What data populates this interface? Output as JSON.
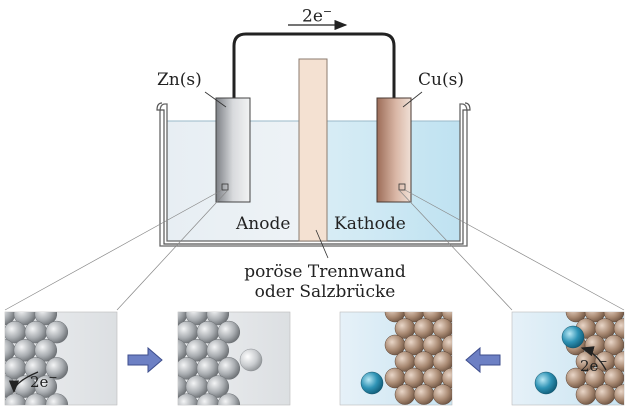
{
  "electron_flow": {
    "base": "2e",
    "sup": "−"
  },
  "electrodes": {
    "anode_metal": "Zn(s)",
    "cathode_metal": "Cu(s)"
  },
  "compartments": {
    "anode": "Anode",
    "cathode": "Kathode"
  },
  "separator": {
    "line1": "poröse Trennwand",
    "line2": "oder Salzbrücke"
  },
  "zoom_left_label": {
    "base": "2e",
    "sup": "−"
  },
  "zoom_right_label": {
    "base": "2e",
    "sup": "−"
  },
  "colors": {
    "zinc": "#b9bcc0",
    "copper": "#b98873",
    "solution_left": "#e4ecf2",
    "solution_right": "#cfe6f3",
    "ion": "#2f93b5",
    "arrow": "#5b6fb8"
  }
}
